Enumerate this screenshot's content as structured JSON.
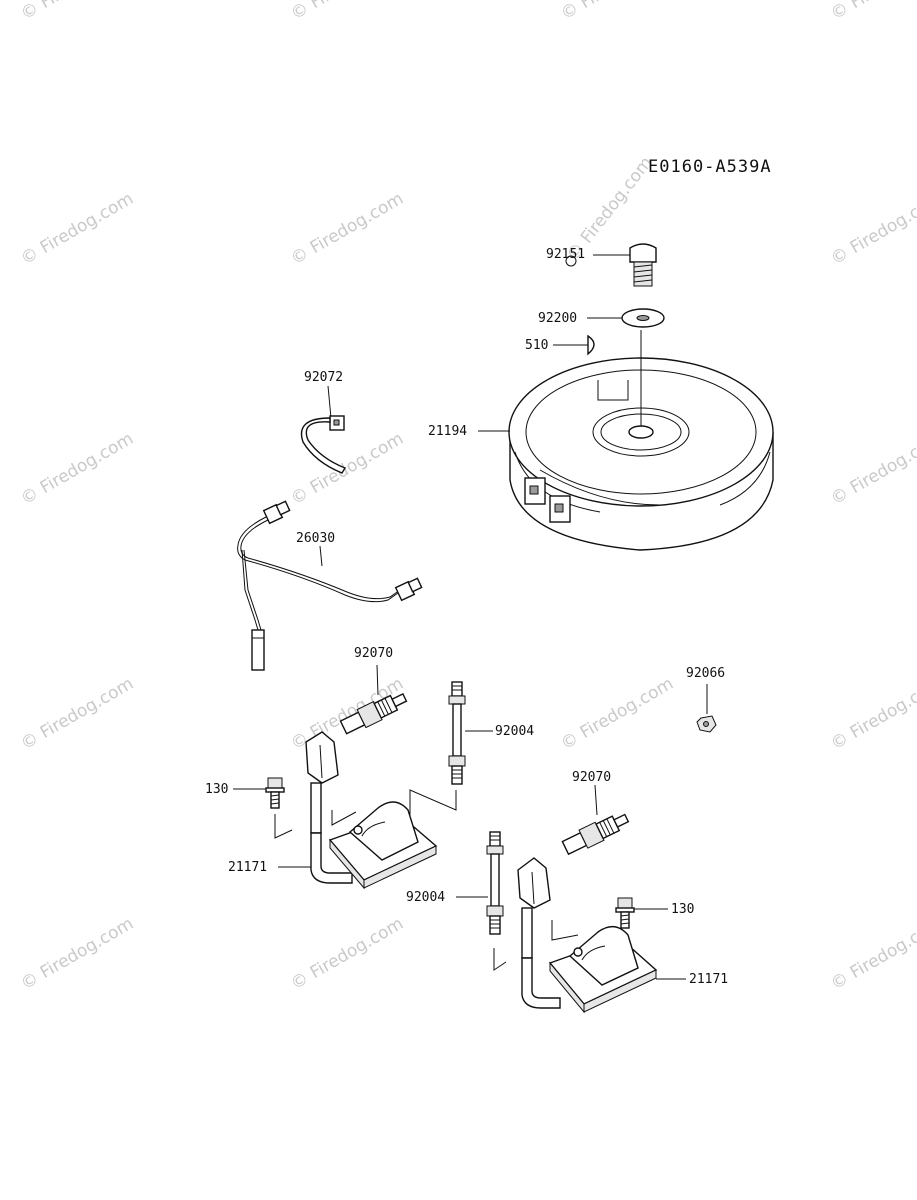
{
  "diagram": {
    "code": "E0160-A539A",
    "parts": [
      {
        "id": "p92151",
        "label": "92151"
      },
      {
        "id": "p92200",
        "label": "92200"
      },
      {
        "id": "p510",
        "label": "510"
      },
      {
        "id": "p21194",
        "label": "21194"
      },
      {
        "id": "p92072",
        "label": "92072"
      },
      {
        "id": "p26030",
        "label": "26030"
      },
      {
        "id": "p92070a",
        "label": "92070"
      },
      {
        "id": "p92004a",
        "label": "92004"
      },
      {
        "id": "p92066",
        "label": "92066"
      },
      {
        "id": "p130a",
        "label": "130"
      },
      {
        "id": "p21171a",
        "label": "21171"
      },
      {
        "id": "p92070b",
        "label": "92070"
      },
      {
        "id": "p92004b",
        "label": "92004"
      },
      {
        "id": "p130b",
        "label": "130"
      },
      {
        "id": "p21171b",
        "label": "21171"
      }
    ]
  },
  "watermark": {
    "text": "© Firedog.com"
  }
}
